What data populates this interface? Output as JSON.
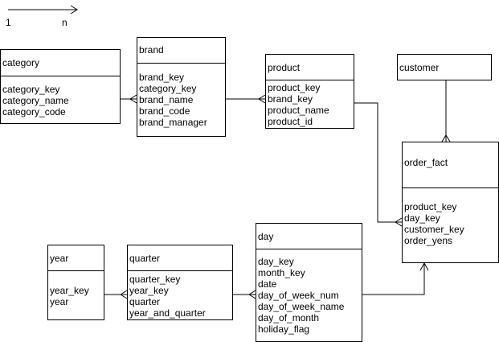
{
  "legend": {
    "one_label": "1",
    "many_label": "n"
  },
  "entities": {
    "category": {
      "title": "category",
      "attributes": [
        "category_key",
        "category_name",
        "category_code"
      ]
    },
    "brand": {
      "title": "brand",
      "attributes": [
        "brand_key",
        "category_key",
        "brand_name",
        "brand_code",
        "brand_manager"
      ]
    },
    "product": {
      "title": "product",
      "attributes": [
        "product_key",
        "brand_key",
        "product_name",
        "product_id"
      ]
    },
    "customer": {
      "title": "customer",
      "attributes": []
    },
    "order_fact": {
      "title": "order_fact",
      "attributes": [
        "product_key",
        "day_key",
        "customer_key",
        "order_yens"
      ]
    },
    "day": {
      "title": "day",
      "attributes": [
        "day_key",
        "month_key",
        "date",
        "day_of_week_num",
        "day_of_week_name",
        "day_of_month",
        "holiday_flag"
      ]
    },
    "quarter": {
      "title": "quarter",
      "attributes": [
        "quarter_key",
        "year_key",
        "quarter",
        "year_and_quarter"
      ]
    },
    "year": {
      "title": "year",
      "attributes": [
        "year_key",
        "year"
      ]
    }
  }
}
